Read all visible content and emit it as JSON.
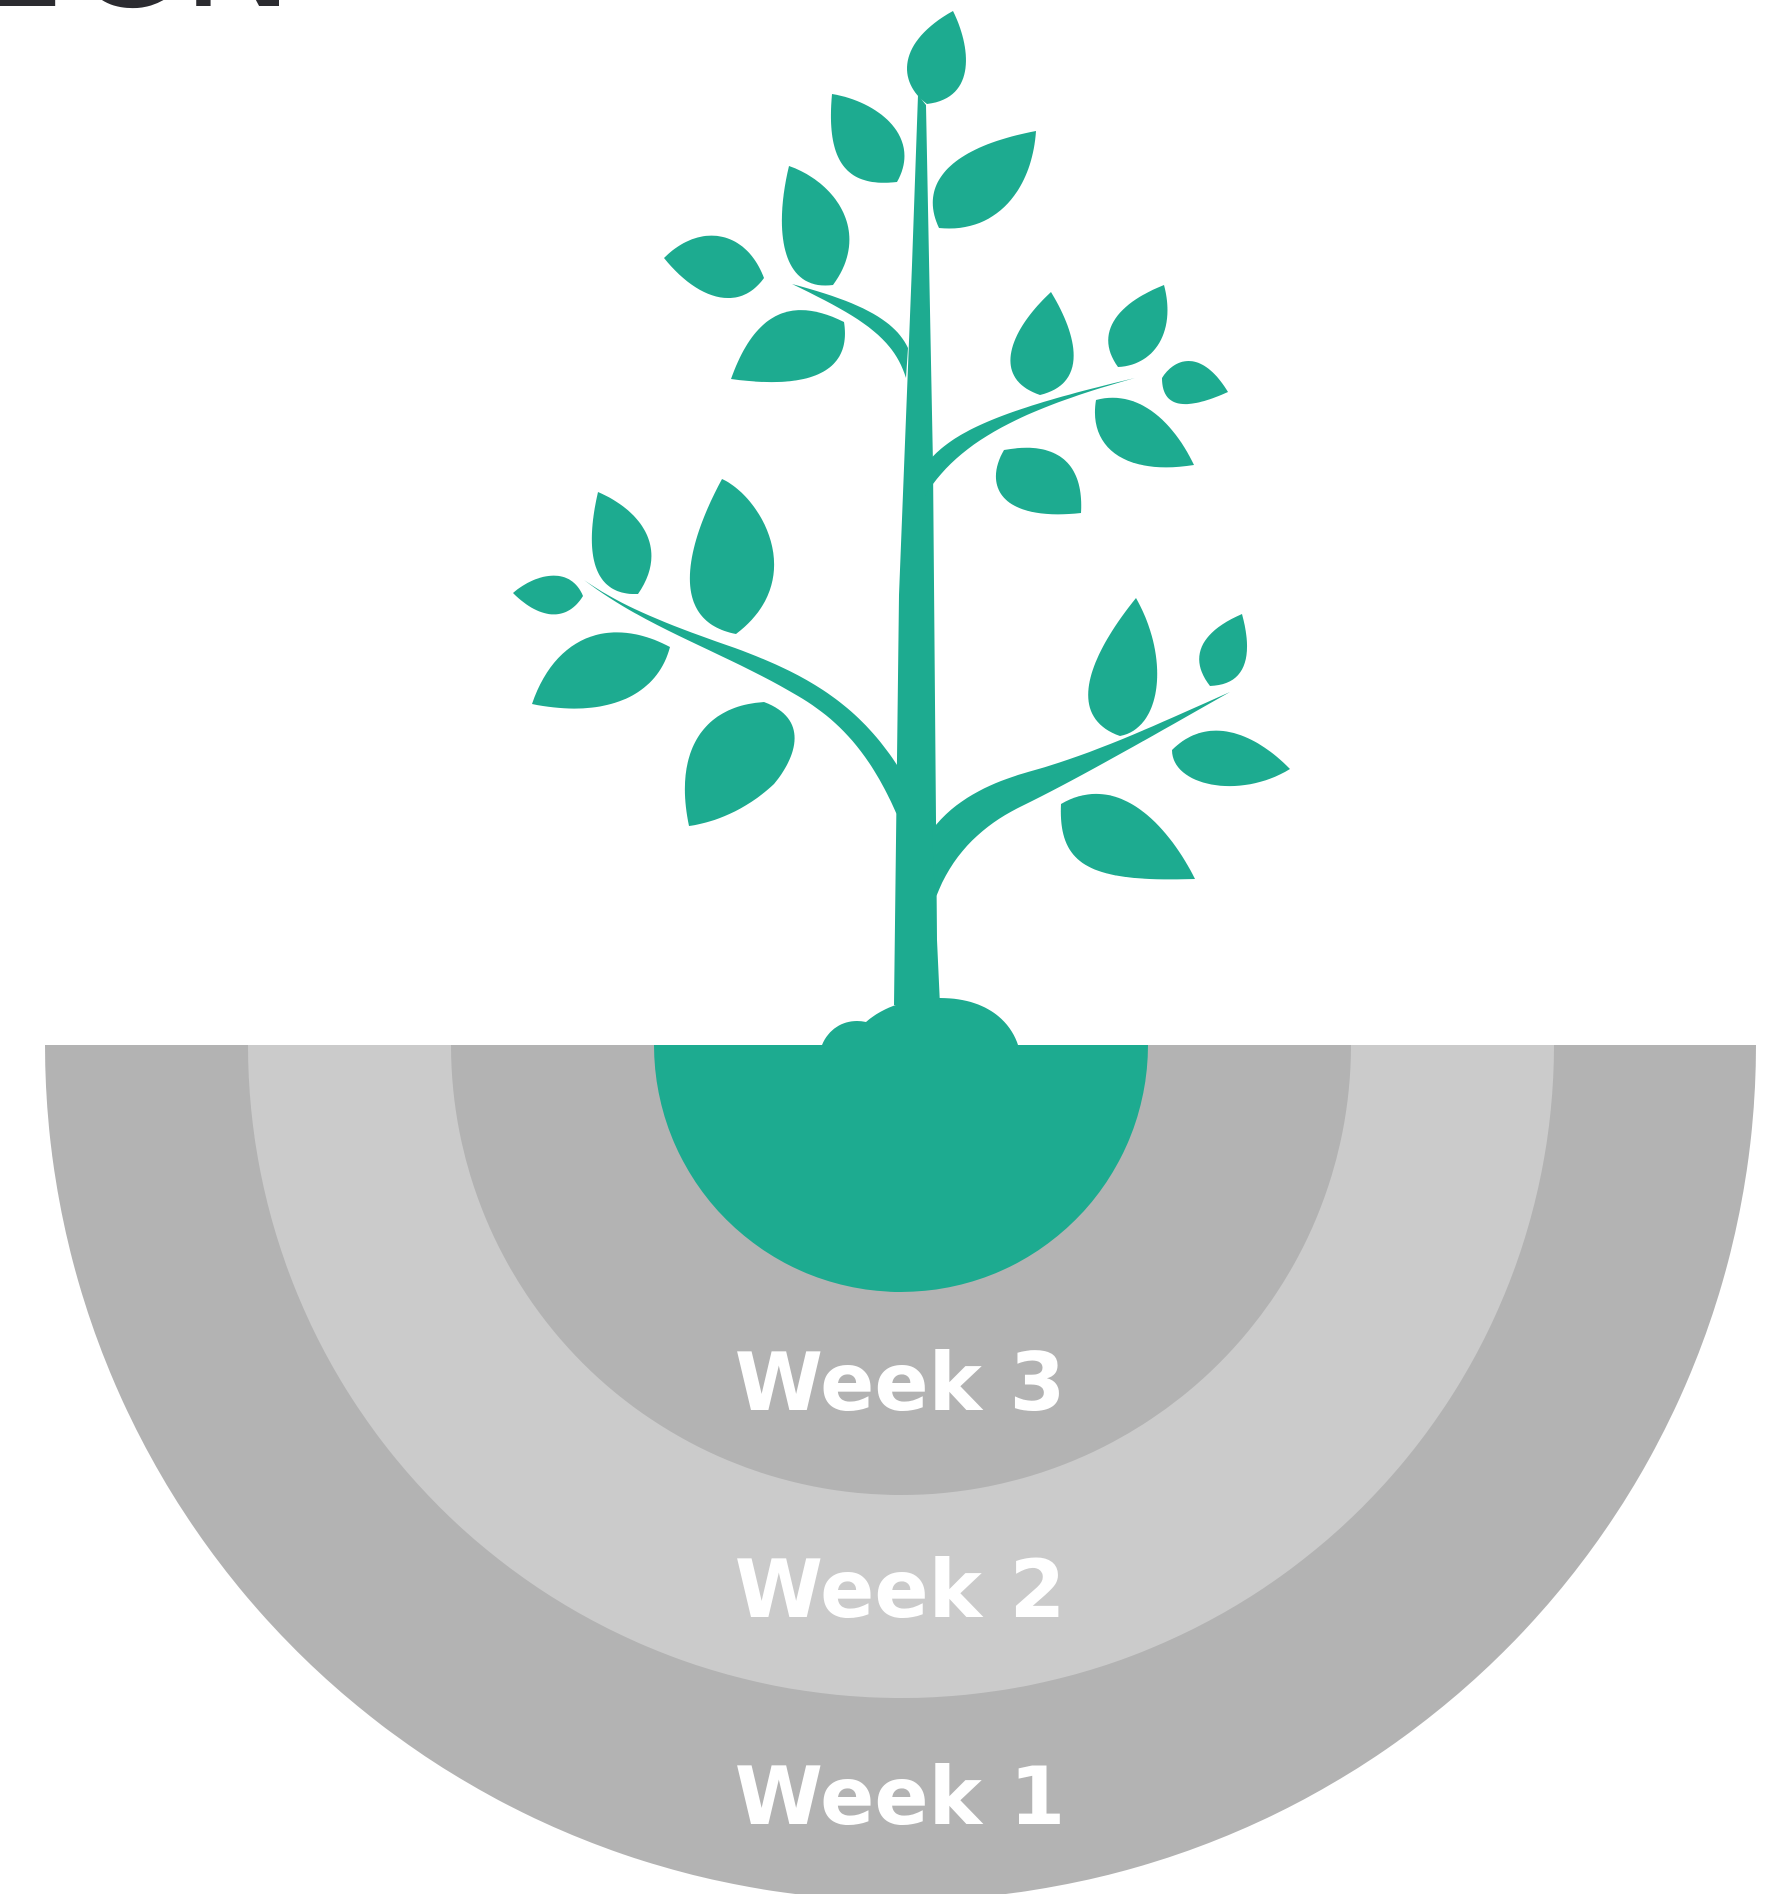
{
  "header": {
    "title_fragment": "EСN"
  },
  "diagram": {
    "layers": [
      {
        "label": "Week 1",
        "color": "#b3b3b3"
      },
      {
        "label": "Week 2",
        "color": "#cbcbcb"
      },
      {
        "label": "Week 3",
        "color": "#b3b3b3"
      }
    ],
    "tree": {
      "color": "#1dab90",
      "icon": "sprouting-tree-icon"
    }
  }
}
